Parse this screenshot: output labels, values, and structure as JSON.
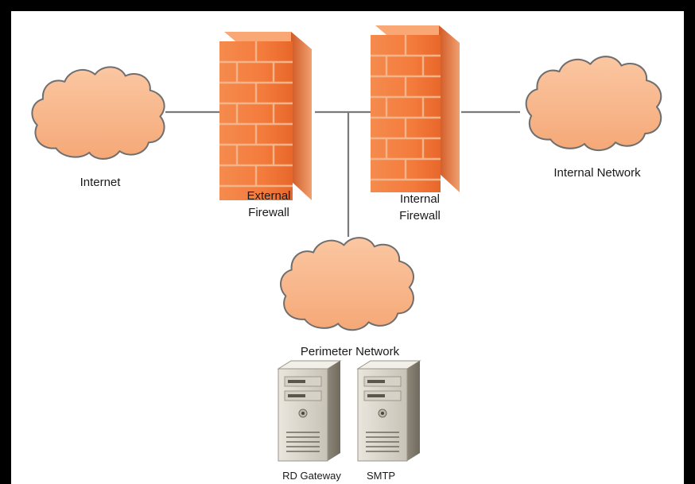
{
  "nodes": {
    "internet": {
      "label": "Internet",
      "icon": "cloud-icon"
    },
    "external_firewall": {
      "line1": "External",
      "line2": "Firewall",
      "icon": "firewall-icon"
    },
    "internal_firewall": {
      "line1": "Internal",
      "line2": "Firewall",
      "icon": "firewall-icon"
    },
    "internal_network": {
      "label": "Internal Network",
      "icon": "cloud-icon"
    },
    "perimeter_network": {
      "label": "Perimeter Network",
      "icon": "cloud-icon"
    },
    "rd_gateway": {
      "label": "RD Gateway",
      "icon": "server-icon"
    },
    "smtp": {
      "label": "SMTP",
      "icon": "server-icon"
    }
  },
  "colors": {
    "cloud_fill": "#F9B98D",
    "cloud_stroke": "#6a6a6a",
    "firewall_front": "#F07A3A",
    "firewall_side": "#C9552A",
    "connector": "#777777",
    "frame": "#000000"
  }
}
